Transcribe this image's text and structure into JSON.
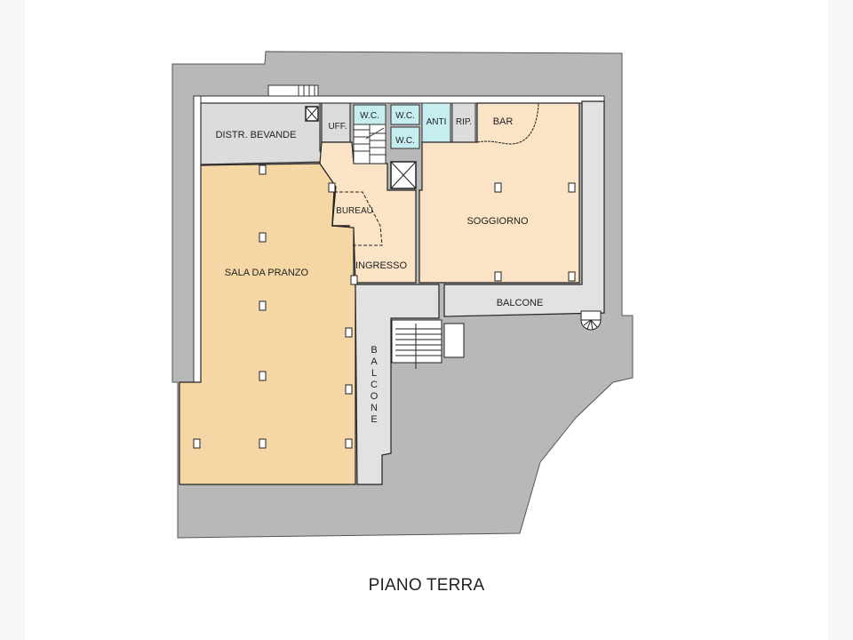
{
  "plan": {
    "title": "PIANO TERRA",
    "colors": {
      "outer_area": "#b8b8b8",
      "service_area": "#dcdcdc",
      "balcony": "#e2e2e2",
      "dining": "#f5d7a6",
      "living": "#fbe3c6",
      "wc": "#c6eef0",
      "wall": "#222222"
    },
    "rooms": {
      "distr_bevande": "DISTR. BEVANDE",
      "uff": "UFF.",
      "wc_1": "W.C.",
      "wc_2": "W.C.",
      "wc_3": "W.C.",
      "anti": "ANTI",
      "rip": "RIP.",
      "bar": "BAR",
      "soggiorno": "SOGGIORNO",
      "bureau": "BUREAU",
      "ingresso": "INGRESSO",
      "sala_da_pranzo": "SALA DA PRANZO",
      "balcone_right": "BALCONE",
      "balcone_vertical": [
        "B",
        "A",
        "L",
        "C",
        "O",
        "N",
        "E"
      ]
    },
    "icons": {
      "elevator": "elevator-shaft-icon",
      "stairs": "stairs-icon",
      "spiral_stairs": "spiral-stairs-icon",
      "column": "column-icon"
    }
  }
}
